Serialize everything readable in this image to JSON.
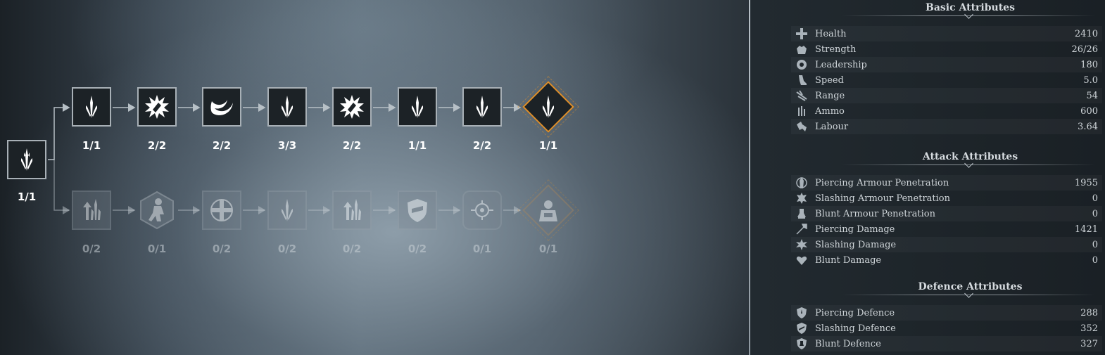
{
  "skill_tree": {
    "root": {
      "count": "1/1",
      "icon": "spear-trio-icon"
    },
    "top_row": [
      {
        "count": "1/1",
        "icon": "spear-trio-icon"
      },
      {
        "count": "2/2",
        "icon": "burst-strike-icon"
      },
      {
        "count": "2/2",
        "icon": "crescent-slash-icon"
      },
      {
        "count": "3/3",
        "icon": "spear-trio-icon"
      },
      {
        "count": "2/2",
        "icon": "burst-strike-icon"
      },
      {
        "count": "1/1",
        "icon": "spear-trio-icon"
      },
      {
        "count": "2/2",
        "icon": "spear-trio-icon"
      },
      {
        "count": "1/1",
        "icon": "spear-trio-icon",
        "final": true
      }
    ],
    "bottom_row": [
      {
        "count": "0/2",
        "icon": "spear-arrow-up-icon"
      },
      {
        "count": "0/1",
        "icon": "charging-soldier-icon"
      },
      {
        "count": "0/2",
        "icon": "health-cross-icon"
      },
      {
        "count": "0/2",
        "icon": "spear-trio-icon"
      },
      {
        "count": "0/2",
        "icon": "spear-arrow-up-icon"
      },
      {
        "count": "0/2",
        "icon": "shield-icon"
      },
      {
        "count": "0/1",
        "icon": "target-icon"
      },
      {
        "count": "0/1",
        "icon": "commander-icon",
        "final": true
      }
    ]
  },
  "attributes": {
    "basic": {
      "title": "Basic Attributes",
      "rows": [
        {
          "label": "Health",
          "value": "2410",
          "icon": "health-icon"
        },
        {
          "label": "Strength",
          "value": "26/26",
          "icon": "strength-icon"
        },
        {
          "label": "Leadership",
          "value": "180",
          "icon": "leadership-icon"
        },
        {
          "label": "Speed",
          "value": "5.0",
          "icon": "speed-icon"
        },
        {
          "label": "Range",
          "value": "54",
          "icon": "range-icon"
        },
        {
          "label": "Ammo",
          "value": "600",
          "icon": "ammo-icon"
        },
        {
          "label": "Labour",
          "value": "3.64",
          "icon": "labour-icon"
        }
      ]
    },
    "attack": {
      "title": "Attack Attributes",
      "rows": [
        {
          "label": "Piercing Armour Penetration",
          "value": "1955",
          "icon": "piercing-penetration-icon"
        },
        {
          "label": "Slashing Armour Penetration",
          "value": "0",
          "icon": "slashing-penetration-icon"
        },
        {
          "label": "Blunt Armour Penetration",
          "value": "0",
          "icon": "blunt-penetration-icon"
        },
        {
          "label": "Piercing Damage",
          "value": "1421",
          "icon": "piercing-damage-icon"
        },
        {
          "label": "Slashing Damage",
          "value": "0",
          "icon": "slashing-damage-icon"
        },
        {
          "label": "Blunt Damage",
          "value": "0",
          "icon": "blunt-damage-icon"
        }
      ]
    },
    "defence": {
      "title": "Defence Attributes",
      "rows": [
        {
          "label": "Piercing Defence",
          "value": "288",
          "icon": "piercing-defence-icon"
        },
        {
          "label": "Slashing Defence",
          "value": "352",
          "icon": "slashing-defence-icon"
        },
        {
          "label": "Blunt Defence",
          "value": "327",
          "icon": "blunt-defence-icon"
        }
      ]
    }
  },
  "colors": {
    "accent": "#e0902a",
    "text": "#cfd5d9",
    "node_bg": "#1c2226"
  }
}
